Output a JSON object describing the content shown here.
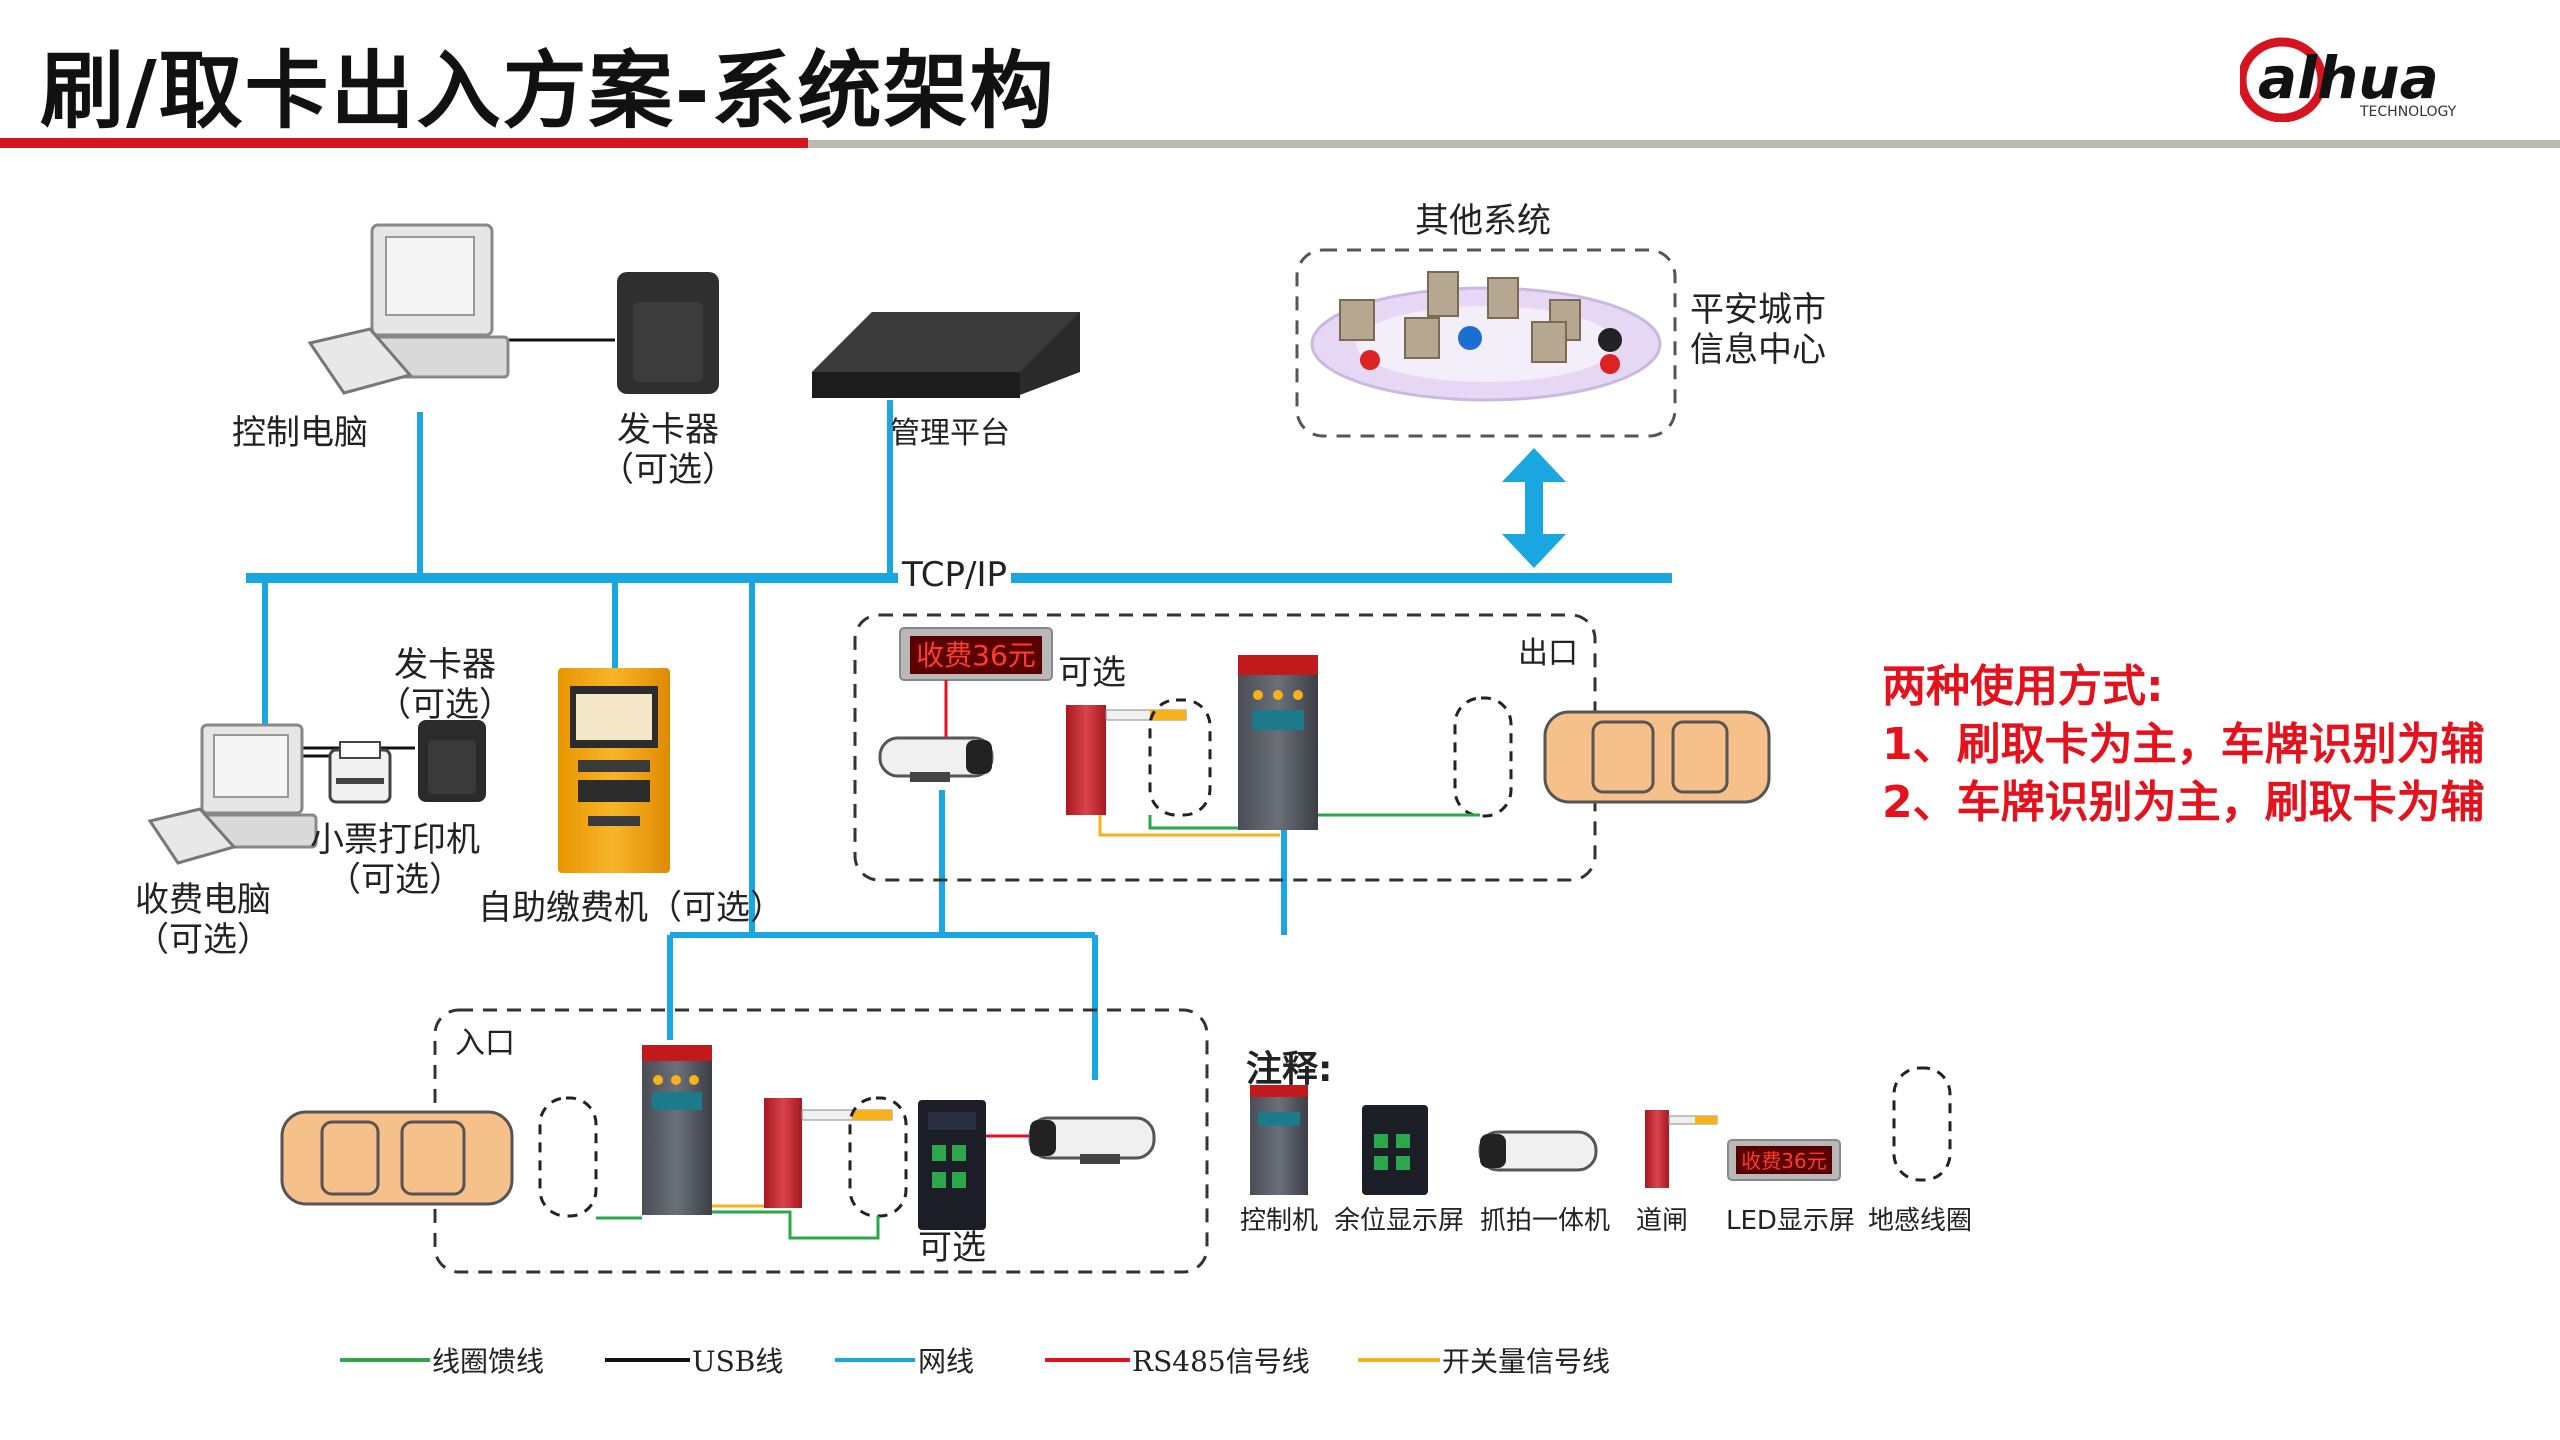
{
  "header": {
    "title": "刷/取卡出入方案-系统架构",
    "logo_text": "alhua",
    "logo_sub": "TECHNOLOGY",
    "accent_red": "#d6141f",
    "accent_gray": "#b9b9ad"
  },
  "nodes": {
    "control_pc": "控制电脑",
    "card_issuer_top": "发卡器",
    "card_issuer_top_opt": "（可选）",
    "mgmt_platform": "管理平台",
    "other_systems": "其他系统",
    "safe_city_1": "平安城市",
    "safe_city_2": "信息中心",
    "tcpip": "TCP/IP",
    "card_issuer_mid": "发卡器",
    "card_issuer_mid_opt": "（可选）",
    "printer": "小票打印机",
    "printer_opt": "（可选）",
    "toll_pc": "收费电脑",
    "toll_pc_opt": "（可选）",
    "self_pay": "自助缴费机（可选）",
    "exit_label": "出口",
    "exit_led_text": "收费36元",
    "exit_optional": "可选",
    "entry_label": "入口",
    "entry_optional": "可选"
  },
  "usage": {
    "title": "两种使用方式:",
    "line1": "1、刷取卡为主，车牌识别为辅",
    "line2": "2、车牌识别为主，刷取卡为辅"
  },
  "notes": {
    "title": "注释:",
    "items": [
      "控制机",
      "余位显示屏",
      "抓拍一体机",
      "道闸",
      "LED显示屏",
      "地感线圈"
    ],
    "led_text": "收费36元"
  },
  "legend": {
    "items": [
      {
        "label": "线圈馈线",
        "color": "#2aa84a"
      },
      {
        "label": "USB线",
        "color": "#111111"
      },
      {
        "label": "网线",
        "color": "#1aa6e0"
      },
      {
        "label": "RS485信号线",
        "color": "#e3121c"
      },
      {
        "label": "开关量信号线",
        "color": "#f5b21a"
      }
    ]
  },
  "colors": {
    "network": "#1aa6e0",
    "coil": "#2aa84a",
    "rs485": "#e3121c",
    "switch": "#f5b21a",
    "usb": "#111111",
    "car": "#f5c08a",
    "usage_text": "#e3121c"
  }
}
